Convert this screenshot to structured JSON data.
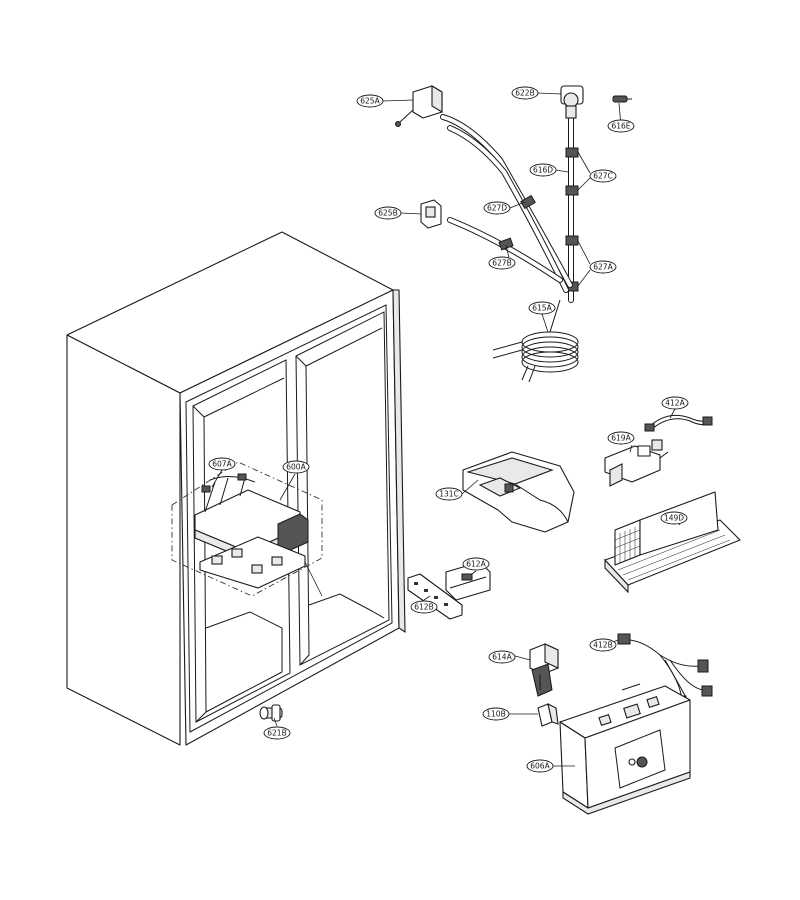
{
  "callouts": [
    {
      "key": "625A",
      "label": "625A"
    },
    {
      "key": "622B",
      "label": "622B"
    },
    {
      "key": "616E",
      "label": "616E"
    },
    {
      "key": "616D",
      "label": "616D"
    },
    {
      "key": "627C",
      "label": "627C"
    },
    {
      "key": "625B",
      "label": "625B"
    },
    {
      "key": "627D",
      "label": "627D"
    },
    {
      "key": "627B",
      "label": "627B"
    },
    {
      "key": "627A",
      "label": "627A"
    },
    {
      "key": "615A",
      "label": "615A"
    },
    {
      "key": "412A",
      "label": "412A"
    },
    {
      "key": "619A",
      "label": "619A"
    },
    {
      "key": "607A",
      "label": "607A"
    },
    {
      "key": "600A",
      "label": "600A"
    },
    {
      "key": "131C",
      "label": "131C"
    },
    {
      "key": "149D",
      "label": "149D"
    },
    {
      "key": "612A",
      "label": "612A"
    },
    {
      "key": "612B",
      "label": "612B"
    },
    {
      "key": "614A",
      "label": "614A"
    },
    {
      "key": "412B",
      "label": "412B"
    },
    {
      "key": "110B",
      "label": "110B"
    },
    {
      "key": "606A",
      "label": "606A"
    },
    {
      "key": "621B",
      "label": "621B"
    }
  ]
}
